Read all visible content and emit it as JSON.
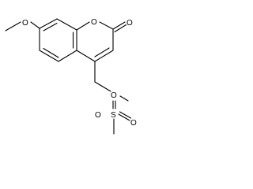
{
  "molecule": {
    "name": "",
    "atoms": {
      "methoxy_o": "O",
      "ring_o": "O",
      "carbonyl_o": "O",
      "ester_o": "O",
      "sulfur": "S",
      "sulfonyl_o_top": "O",
      "sulfonyl_o_right": "O"
    }
  },
  "colors": {
    "bond": "#000000",
    "label": "#000000",
    "oxygen": "#e00000"
  }
}
